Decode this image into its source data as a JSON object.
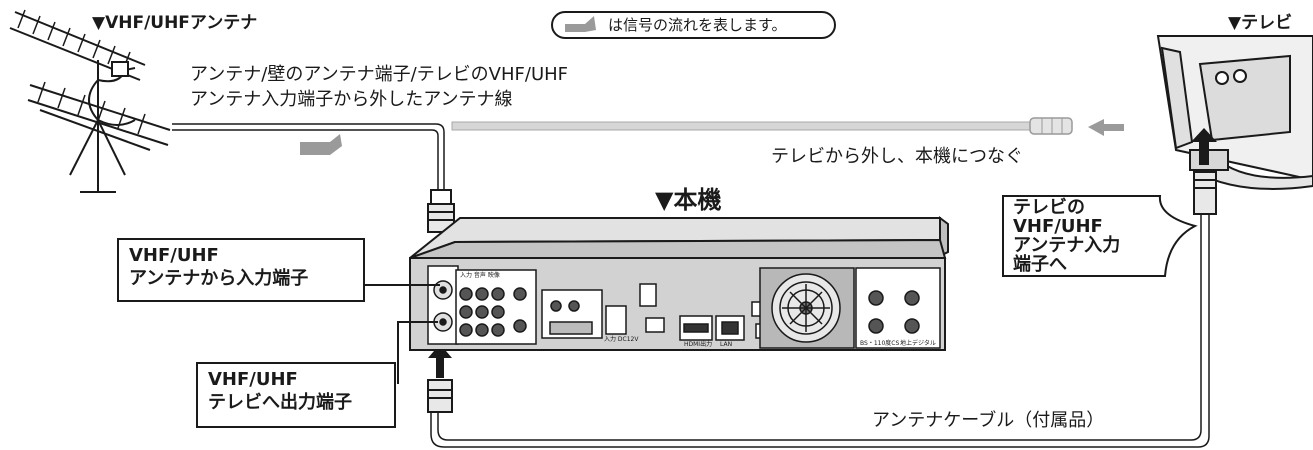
{
  "header_antenna": "▼VHF/UHFアンテナ",
  "header_tv": "▼テレビ",
  "legend_text": "は信号の流れを表します。",
  "antenna_wire_note": [
    "アンテナ/壁のアンテナ端子/テレビのVHF/UHF",
    "アンテナ入力端子から外したアンテナ線"
  ],
  "tv_note": "テレビから外し、本機につなぐ",
  "main_unit_title": "▼本機",
  "input_box": [
    "VHF/UHF",
    "アンテナから入力端子"
  ],
  "output_box": [
    "VHF/UHF",
    "テレビへ出力端子"
  ],
  "callout": [
    "テレビの",
    "VHF/UHF",
    "アンテナ入力",
    "端子へ"
  ],
  "cable_label": "アンテナケーブル（付属品）",
  "back_panel": {
    "hdmi_label": "HDMI出力",
    "lan_label": "LAN",
    "dc_label": "入力 DC12V",
    "group_av_in": "入力 音声 映像",
    "group_bs": "BS・110度CS",
    "group_digital": "地上デジタル"
  },
  "colors": {
    "line": "#1a1a1a",
    "cable": "#c9c9c9",
    "arrow_gray": "#9a9a9a",
    "device_body": "#d4d4d4"
  }
}
